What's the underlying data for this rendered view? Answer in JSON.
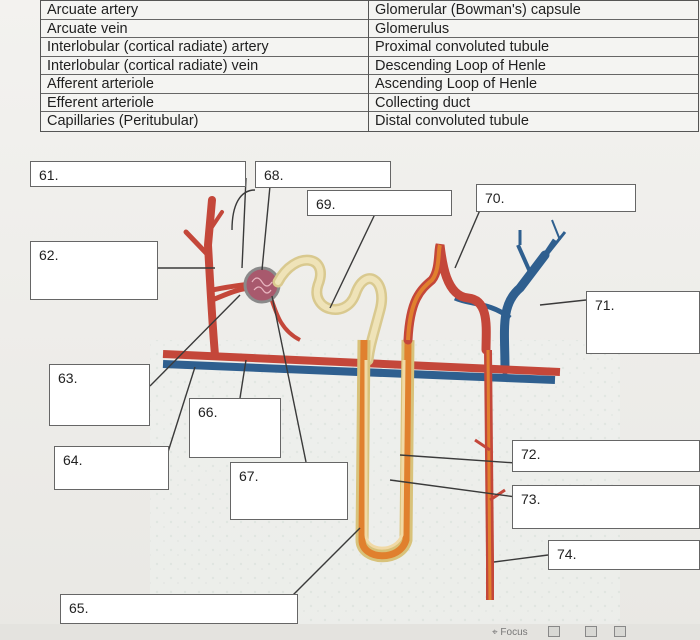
{
  "terms": {
    "left": [
      "Arcuate artery",
      "Arcuate vein",
      "Interlobular (cortical radiate) artery",
      "Interlobular (cortical radiate) vein",
      "Afferent arteriole",
      "Efferent arteriole",
      "Capillaries (Peritubular)"
    ],
    "right": [
      "Glomerular (Bowman's) capsule",
      "Glomerulus",
      "Proximal convoluted tubule",
      "Descending Loop of Henle",
      "Ascending Loop of Henle",
      "Collecting duct",
      "Distal convoluted tubule"
    ]
  },
  "labels": {
    "n61": "61.",
    "n62": "62.",
    "n63": "63.",
    "n64": "64.",
    "n65": "65.",
    "n66": "66.",
    "n67": "67.",
    "n68": "68.",
    "n69": "69.",
    "n70": "70.",
    "n71": "71.",
    "n72": "72.",
    "n73": "73.",
    "n74": "74."
  },
  "footer": {
    "focus": "Focus"
  },
  "colors": {
    "artery": "#c4473a",
    "vein": "#2f5f8f",
    "tubule_cream": "#e9d9a4",
    "tubule_orange": "#e0802e",
    "glomerulus": "#a8596d"
  }
}
